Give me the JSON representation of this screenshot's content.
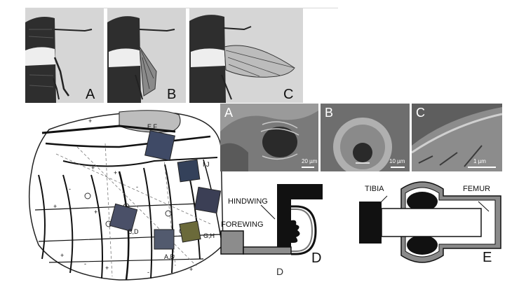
{
  "top_row": {
    "panels": [
      {
        "letter": "A"
      },
      {
        "letter": "B"
      },
      {
        "letter": "C"
      }
    ]
  },
  "wing_diagram": {
    "labels": {
      "ef": "E,F",
      "ij": "I,J",
      "cd": "C,D",
      "ab": "A,B",
      "gh": "G,H"
    },
    "signs": [
      "+",
      "+",
      "+",
      "+",
      "+",
      "+",
      "+",
      "+",
      "-",
      "-",
      "-",
      "-"
    ]
  },
  "sem_row": {
    "panels": [
      {
        "letter": "A",
        "scale": "20 µm"
      },
      {
        "letter": "B",
        "scale": "10 µm"
      },
      {
        "letter": "C",
        "scale": "1 µm"
      }
    ]
  },
  "schematic_d": {
    "hindwing": "HINDWING",
    "forewing": "FOREWING",
    "letter": "D",
    "bottom_letter": "D"
  },
  "schematic_e": {
    "tibia": "TIBIA",
    "femur": "FEMUR",
    "letter": "E"
  }
}
